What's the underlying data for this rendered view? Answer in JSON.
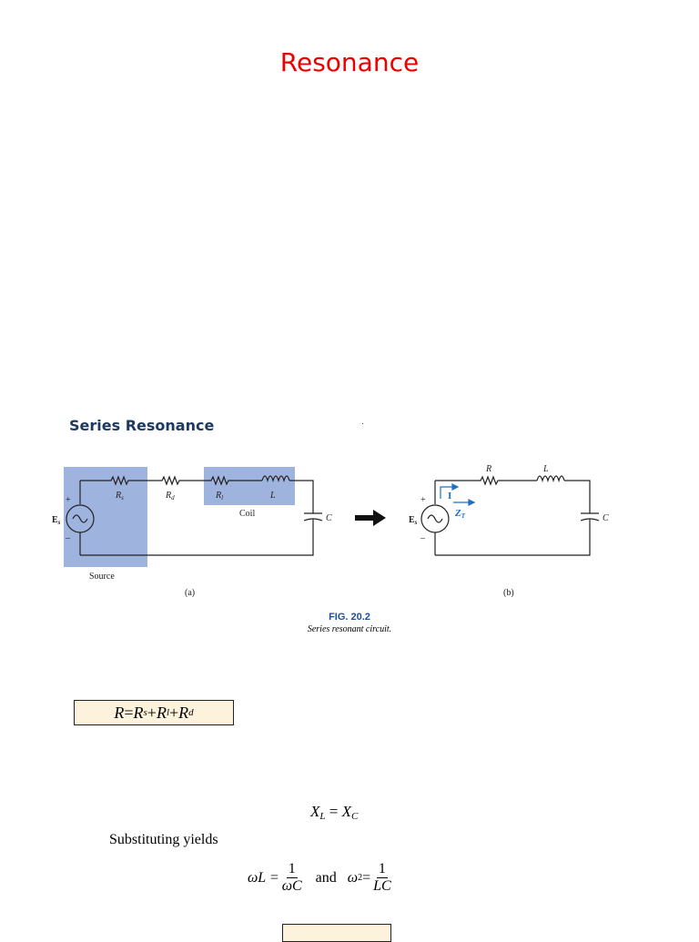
{
  "page": {
    "title": "Resonance"
  },
  "section": {
    "heading": "Series Resonance",
    "stray_mark": "."
  },
  "figure": {
    "number": "FIG. 20.2",
    "caption": "Series resonant circuit.",
    "panel_a": {
      "label": "(a)",
      "source_label": "Source",
      "coil_label": "Coil",
      "resistors": [
        "R",
        "R",
        "R"
      ],
      "resistor_subs": [
        "s",
        "d",
        "l"
      ],
      "inductor": "L",
      "capacitor": "C",
      "emf": "E",
      "emf_sub": "s",
      "plus": "+",
      "minus": "–"
    },
    "panel_b": {
      "label": "(b)",
      "resistor": "R",
      "inductor": "L",
      "capacitor": "C",
      "current": "I",
      "impedance": "Z",
      "impedance_sub": "T",
      "emf": "E",
      "emf_sub": "s",
      "plus": "+",
      "minus": "–"
    },
    "colors": {
      "highlight": "#9fb3df",
      "blue_text": "#1f6fc4"
    }
  },
  "equations": {
    "resistance": {
      "lhs": "R",
      "eq": " = ",
      "t1": "R",
      "s1": "s",
      "plus1": " + ",
      "t2": "R",
      "s2": "l",
      "plus2": " + ",
      "t3": "R",
      "s3": "d"
    },
    "reactance": {
      "xl": "X",
      "xl_sub": "L",
      "eq": " = ",
      "xc": "X",
      "xc_sub": "C"
    },
    "substituting_text": "Substituting yields",
    "omega": {
      "lhs1": "ωL = ",
      "num1": "1",
      "den1": "ωC",
      "and": "and",
      "lhs2": "ω",
      "sup2": "2",
      "eq2": " = ",
      "num2": "1",
      "den2": "LC"
    }
  }
}
